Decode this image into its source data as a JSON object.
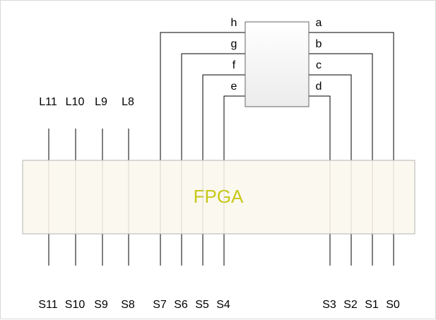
{
  "fpga": {
    "label": "FPGA",
    "fill": "#fbf8ef",
    "stroke": "#b3b3b3",
    "label_color": "#c8c81a"
  },
  "segment_box": {
    "fill_top": "#ffffff",
    "fill_bottom": "#ececec",
    "stroke": "#666666"
  },
  "segment_left_labels": [
    "h",
    "g",
    "f",
    "e"
  ],
  "segment_right_labels": [
    "a",
    "b",
    "c",
    "d"
  ],
  "led_labels": [
    "L11",
    "L10",
    "L9",
    "L8"
  ],
  "switch_labels_left": [
    "S11",
    "S10",
    "S9",
    "S8"
  ],
  "switch_labels_mid": [
    "S7",
    "S6",
    "S5",
    "S4"
  ],
  "switch_labels_right": [
    "S3",
    "S2",
    "S1",
    "S0"
  ],
  "line_color": "#000000"
}
